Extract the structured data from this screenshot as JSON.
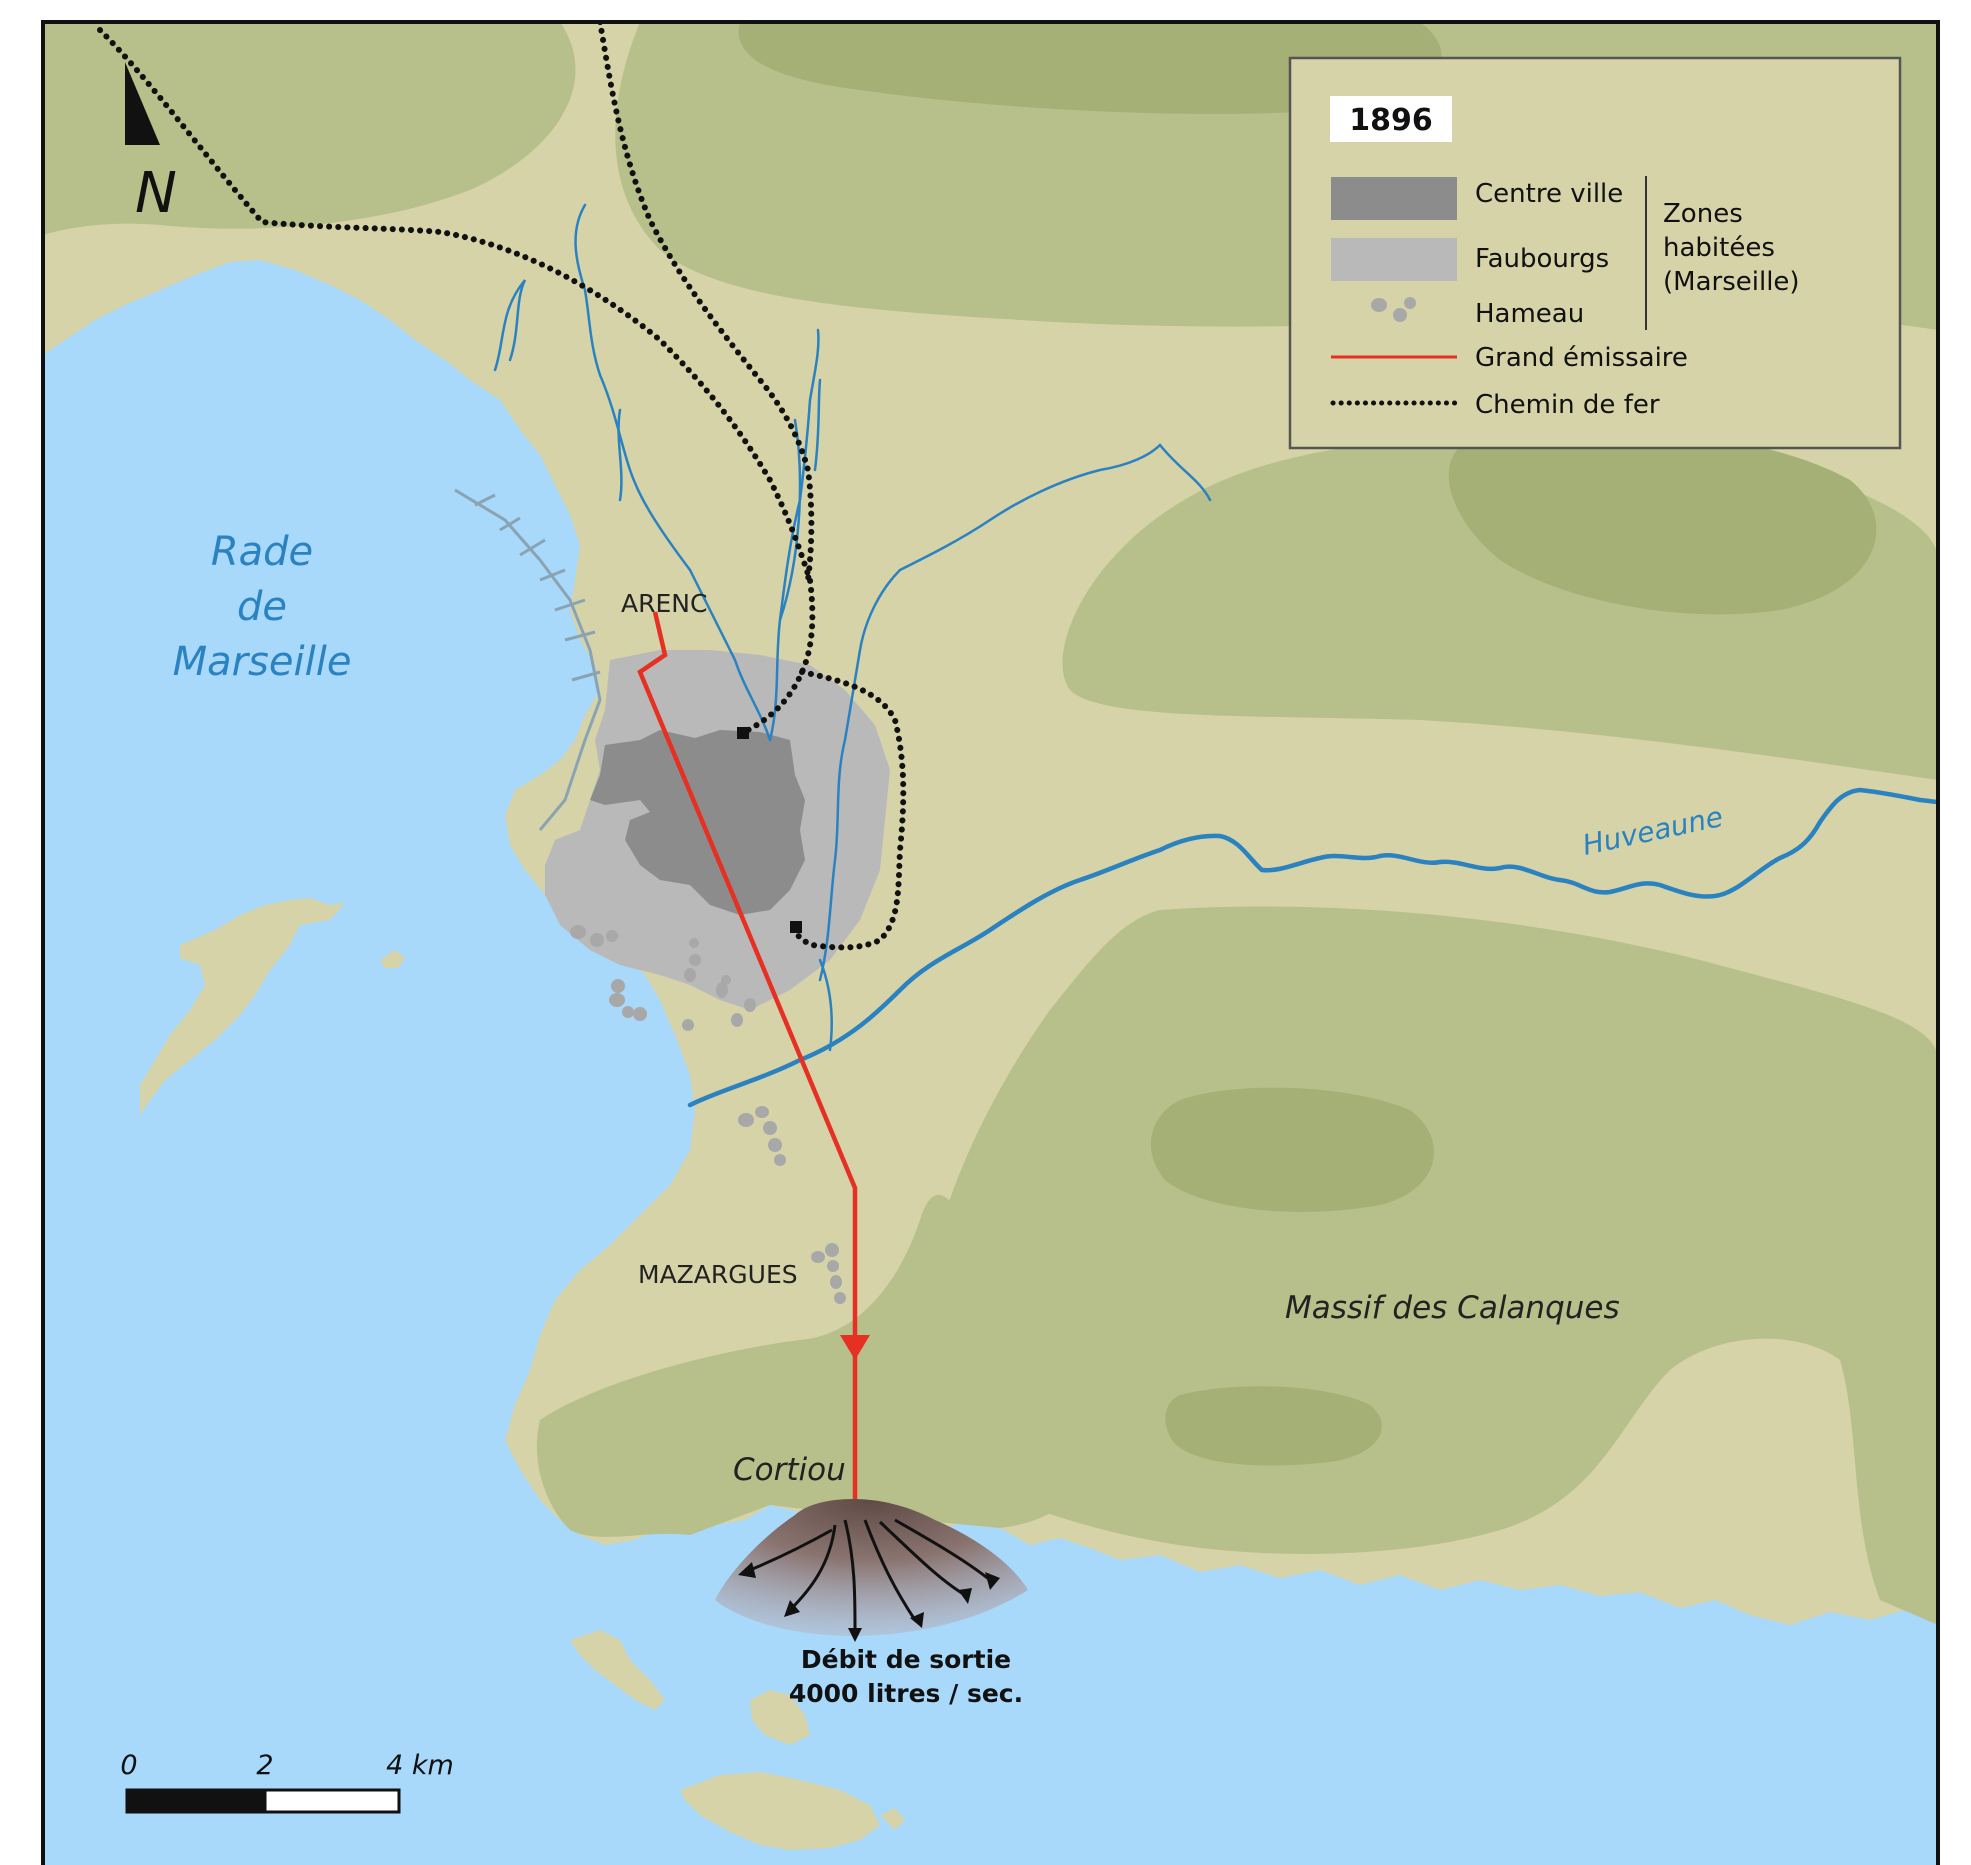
{
  "colors": {
    "sea": "#a8d8fa",
    "land": "#d6d3a8",
    "green_light": "#b7bf8a",
    "green_mid": "#a4b075",
    "centre_ville": "#8c8c8c",
    "faubourgs": "#b9b9b9",
    "hameau": "#a8a8a8",
    "river": "#2a82c0",
    "emissaire": "#e53023",
    "railway": "#111111",
    "label_blue": "#2a82c0",
    "frame": "#111111"
  },
  "icons": {
    "north_arrow": "north-arrow-icon",
    "outflow_arrows": "outflow-arrows-icon"
  },
  "north": {
    "label": "N"
  },
  "labels": {
    "rade": [
      "Rade",
      "de",
      "Marseille"
    ],
    "arenc": "ARENC",
    "mazargues": "MAZARGUES",
    "massif": "Massif des Calanques",
    "cortiou": "Cortiou",
    "huveaune": "Huveaune",
    "debit_line1": "Débit de sortie",
    "debit_line2": "4000 litres / sec."
  },
  "legend": {
    "year": "1896",
    "items": [
      {
        "label": "Centre ville",
        "type": "swatch-dark"
      },
      {
        "label": "Faubourgs",
        "type": "swatch-light"
      },
      {
        "label": "Hameau",
        "type": "dots"
      },
      {
        "label": "Grand émissaire",
        "type": "red-line"
      },
      {
        "label": "Chemin de fer",
        "type": "dotted-line"
      }
    ],
    "group_label": [
      "Zones",
      "habitées",
      "(Marseille)"
    ]
  },
  "scale_bar": {
    "ticks": [
      "0",
      "2",
      "4 km"
    ]
  }
}
